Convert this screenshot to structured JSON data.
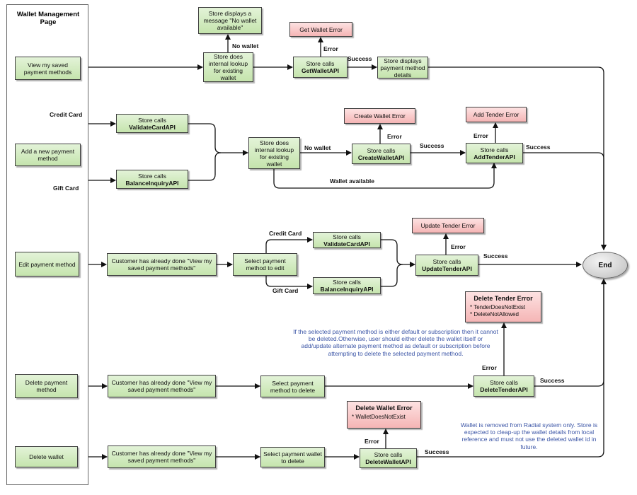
{
  "sidebar": {
    "title": "Wallet Management\nPage"
  },
  "actions": {
    "view_methods": "View my saved payment methods",
    "add_method": "Add a new payment method",
    "edit_method": "Edit payment method",
    "delete_method": "Delete payment method",
    "delete_wallet": "Delete wallet"
  },
  "steps": {
    "no_wallet_message": "Store displays a message \"No wallet available\"",
    "lookup_1": "Store does internal lookup for existing wallet",
    "lookup_2": "Store does internal lookup for existing wallet",
    "display_details": "Store displays payment method details",
    "customer_done_1": "Customer has already done \"View my saved payment methods\"",
    "customer_done_2": "Customer has already done \"View my saved payment methods\"",
    "customer_done_3": "Customer has already done \"View my saved payment methods\"",
    "select_edit": "Select payment method to edit",
    "select_delete": "Select payment method to delete",
    "select_wallet": "Select payment wallet to delete"
  },
  "api_calls": {
    "store_calls": "Store calls",
    "get_wallet": "GetWalletAPI",
    "validate_card_1": "ValidateCardAPI",
    "balance_inquiry_1": "BalanceInquiryAPI",
    "create_wallet": "CreateWalletAPI",
    "add_tender": "AddTenderAPI",
    "validate_card_2": "ValidateCardAPI",
    "balance_inquiry_2": "BalanceInquiryAPI",
    "update_tender": "UpdateTenderAPI",
    "delete_tender": "DeleteTenderAPI",
    "delete_wallet": "DeleteWalletAPI"
  },
  "errors": {
    "get_wallet": "Get Wallet Error",
    "create_wallet": "Create Wallet Error",
    "add_tender": "Add Tender Error",
    "update_tender": "Update Tender Error",
    "delete_tender": "Delete Tender Error",
    "delete_tender_items": [
      "* TenderDoesNotExist",
      "* DeleteNotAllowed"
    ],
    "delete_wallet": "Delete Wallet Error",
    "delete_wallet_items": [
      "* WalletDoesNotExist"
    ]
  },
  "labels": {
    "no_wallet": "No wallet",
    "error": "Error",
    "success": "Success",
    "credit_card": "Credit Card",
    "gift_card": "Gift Card",
    "wallet_available": "Wallet available"
  },
  "notes": {
    "delete_method": "If the selected payment method is either default or subscription then it cannot be deleted.Otherwise, user should either delete the wallet itself or add/update alternate payment method as default or subscription before attempting to delete the selected payment method.",
    "delete_wallet": "Wallet is removed from Radial system only. Store is expected to cleap-up the wallet details from local reference and must not use the deleted wallet id in future."
  },
  "end": "End",
  "colors": {
    "box_green": "#c5e4ad",
    "box_red": "#f5b5b5",
    "note_blue": "#3b55a6"
  }
}
